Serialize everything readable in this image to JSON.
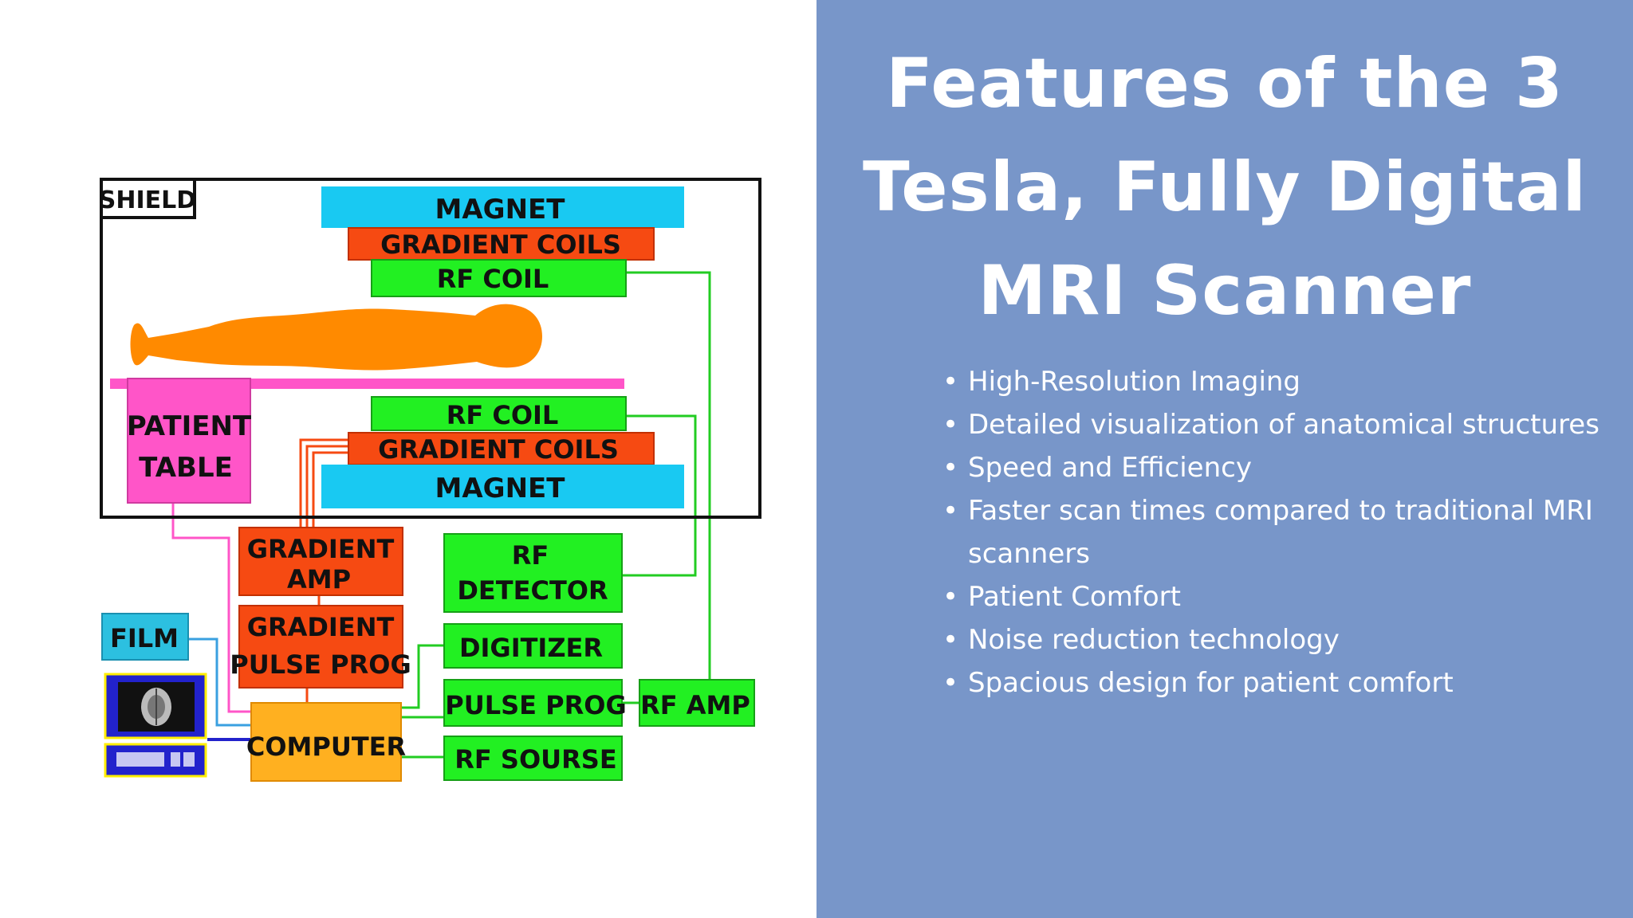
{
  "diagram": {
    "labels": {
      "shield": "SHIELD",
      "magnet_top": "MAGNET",
      "gradient_coils_top": "GRADIENT COILS",
      "rf_coil_top": "RF COIL",
      "patient_table_1": "PATIENT",
      "patient_table_2": "TABLE",
      "rf_coil_bottom": "RF COIL",
      "gradient_coils_bottom": "GRADIENT COILS",
      "magnet_bottom": "MAGNET",
      "gradient_amp_1": "GRADIENT",
      "gradient_amp_2": "AMP",
      "gradient_pulse_prog_1": "GRADIENT",
      "gradient_pulse_prog_2": "PULSE PROG",
      "rf_detector_1": "RF",
      "rf_detector_2": "DETECTOR",
      "digitizer": "DIGITIZER",
      "pulse_prog": "PULSE PROG",
      "rf_amp": "RF AMP",
      "rf_source": "RF SOURSE",
      "film": "FILM",
      "computer": "COMPUTER"
    },
    "colors": {
      "magnet": "#19c9f2",
      "gradient": "#f64a12",
      "rf": "#22f022",
      "patient": "#ff8a00",
      "table": "#ff55c8",
      "computer": "#ffb020",
      "film": "#2cc0e0",
      "monitor": "#2222cc",
      "monitor_border": "#ffee00"
    },
    "icons": {
      "patient": "patient-silhouette-icon",
      "monitor": "monitor-brain-scan-icon",
      "keyboard": "keyboard-icon"
    }
  },
  "slide": {
    "title": "Features of the 3 Tesla, Fully Digital MRI Scanner",
    "bullets": [
      "High-Resolution Imaging",
      "Detailed visualization of anatomical structures",
      "Speed and Efficiency",
      "Faster scan times compared to traditional MRI scanners",
      "Patient Comfort",
      "Noise reduction technology",
      "Spacious design for patient comfort"
    ],
    "background": "#7896c9"
  }
}
